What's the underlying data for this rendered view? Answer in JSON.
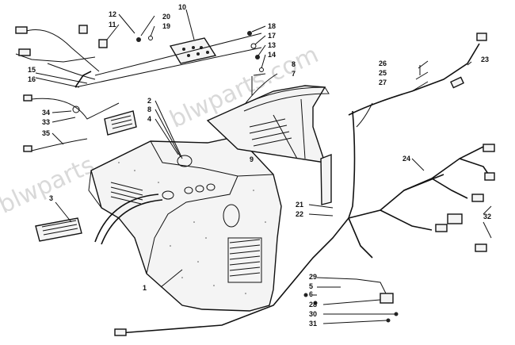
{
  "watermark": {
    "line1": "blwparts",
    "line2": "blwparts.com"
  },
  "labels": [
    {
      "id": "c1",
      "text": "1"
    },
    {
      "id": "c2",
      "text": "2"
    },
    {
      "id": "c3",
      "text": "3"
    },
    {
      "id": "c4",
      "text": "4"
    },
    {
      "id": "c5",
      "text": "5"
    },
    {
      "id": "c6",
      "text": "6"
    },
    {
      "id": "c7",
      "text": "7"
    },
    {
      "id": "c8a",
      "text": "8"
    },
    {
      "id": "c8b",
      "text": "8"
    },
    {
      "id": "c9",
      "text": "9"
    },
    {
      "id": "c10",
      "text": "10"
    },
    {
      "id": "c11",
      "text": "11"
    },
    {
      "id": "c12",
      "text": "12"
    },
    {
      "id": "c13",
      "text": "13"
    },
    {
      "id": "c14",
      "text": "14"
    },
    {
      "id": "c15",
      "text": "15"
    },
    {
      "id": "c16",
      "text": "16"
    },
    {
      "id": "c17",
      "text": "17"
    },
    {
      "id": "c18",
      "text": "18"
    },
    {
      "id": "c19",
      "text": "19"
    },
    {
      "id": "c20",
      "text": "20"
    },
    {
      "id": "c21",
      "text": "21"
    },
    {
      "id": "c22",
      "text": "22"
    },
    {
      "id": "c23",
      "text": "23"
    },
    {
      "id": "c24",
      "text": "24"
    },
    {
      "id": "c25",
      "text": "25"
    },
    {
      "id": "c26",
      "text": "26"
    },
    {
      "id": "c27",
      "text": "27"
    },
    {
      "id": "c28",
      "text": "28"
    },
    {
      "id": "c29",
      "text": "29"
    },
    {
      "id": "c30",
      "text": "30"
    },
    {
      "id": "c31",
      "text": "31"
    },
    {
      "id": "c32",
      "text": "32"
    },
    {
      "id": "c33",
      "text": "33"
    },
    {
      "id": "c34",
      "text": "34"
    },
    {
      "id": "c35",
      "text": "35"
    }
  ]
}
